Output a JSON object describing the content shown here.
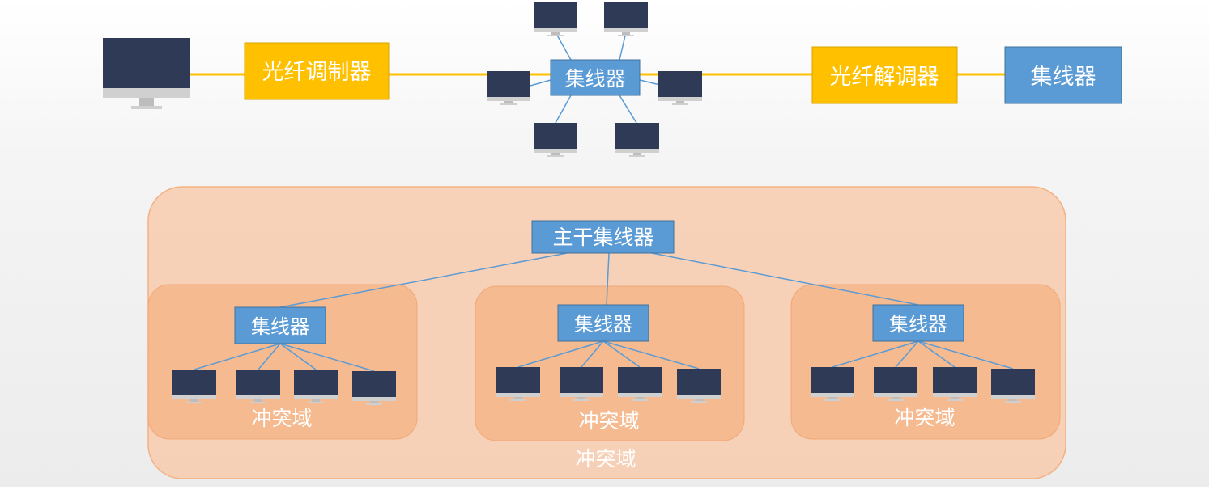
{
  "colors": {
    "hub_fill": "#5b9bd5",
    "hub_border": "#41719c",
    "modem_fill": "#ffc000",
    "modem_border": "#d9a300",
    "fiber_line": "#ffc000",
    "hub_link": "#5b9bd5",
    "outer_domain_fill": "#f8cbad",
    "inner_domain_fill": "#f4b183",
    "monitor_screen": "#2f3b56",
    "monitor_stand": "#d0d0d0"
  },
  "top_chain": {
    "modulator_label": "光纤调制器",
    "center_hub_label": "集线器",
    "demodulator_label": "光纤解调器",
    "remote_hub_label": "集线器"
  },
  "backbone": {
    "hub_label": "主干集线器",
    "outer_domain_label": "冲突域",
    "groups": [
      {
        "hub_label": "集线器",
        "domain_label": "冲突域"
      },
      {
        "hub_label": "集线器",
        "domain_label": "冲突域"
      },
      {
        "hub_label": "集线器",
        "domain_label": "冲突域"
      }
    ]
  }
}
